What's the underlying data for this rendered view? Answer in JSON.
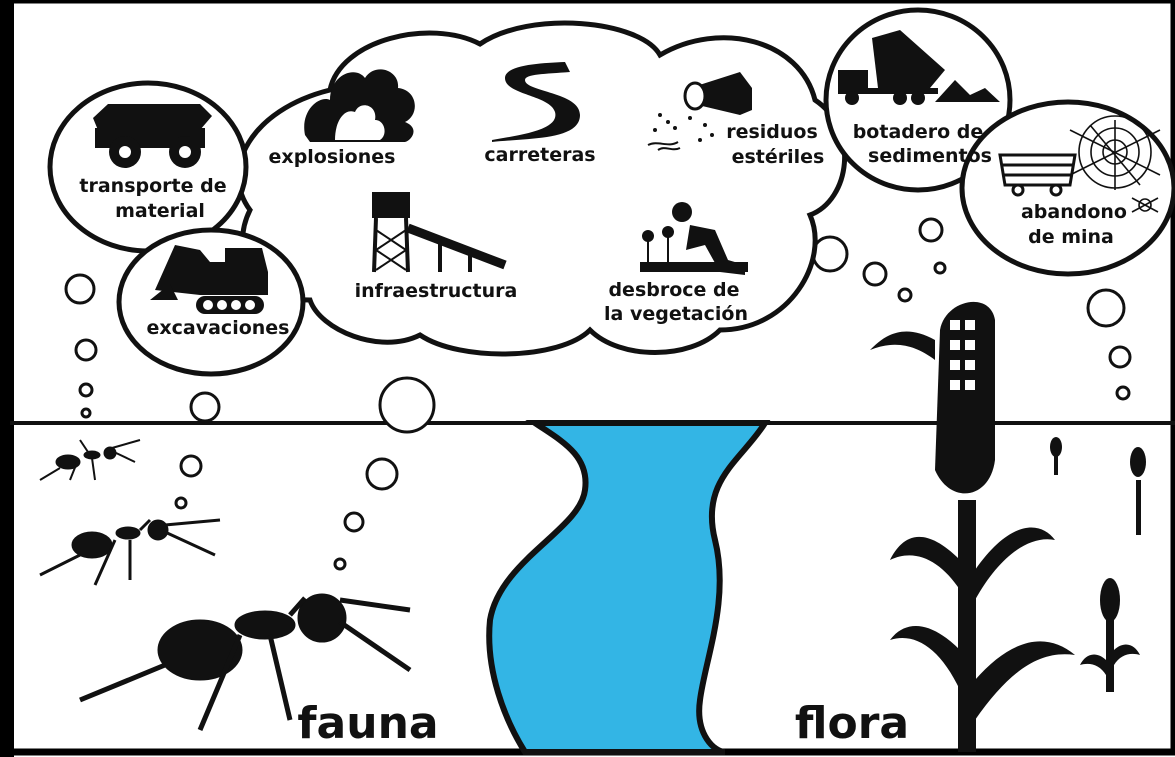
{
  "colors": {
    "ink": "#111111",
    "water": "#33b5e5",
    "paper": "#ffffff",
    "frame": "#000000"
  },
  "impacts": {
    "transport": [
      "transporte de",
      "material"
    ],
    "excavation": "excavaciones",
    "explosions": "explosiones",
    "roads": "carreteras",
    "waste": [
      "residuos",
      "estériles"
    ],
    "infrastructure": "infraestructura",
    "clearing": [
      "desbroce de",
      "la vegetación"
    ],
    "dump": [
      "botadero de",
      "sedimentos"
    ],
    "abandon": [
      "abandono",
      "de mina"
    ]
  },
  "ground": {
    "fauna": "fauna",
    "flora": "flora"
  },
  "icons": [
    "haul-truck-icon",
    "excavator-icon",
    "explosion-icon",
    "road-icon",
    "waste-pipe-icon",
    "conveyor-tower-icon",
    "gardener-icon",
    "dump-truck-icon",
    "mine-cart-icon",
    "spider-web-icon",
    "ant-icon",
    "corn-plant-icon",
    "river-shape"
  ]
}
